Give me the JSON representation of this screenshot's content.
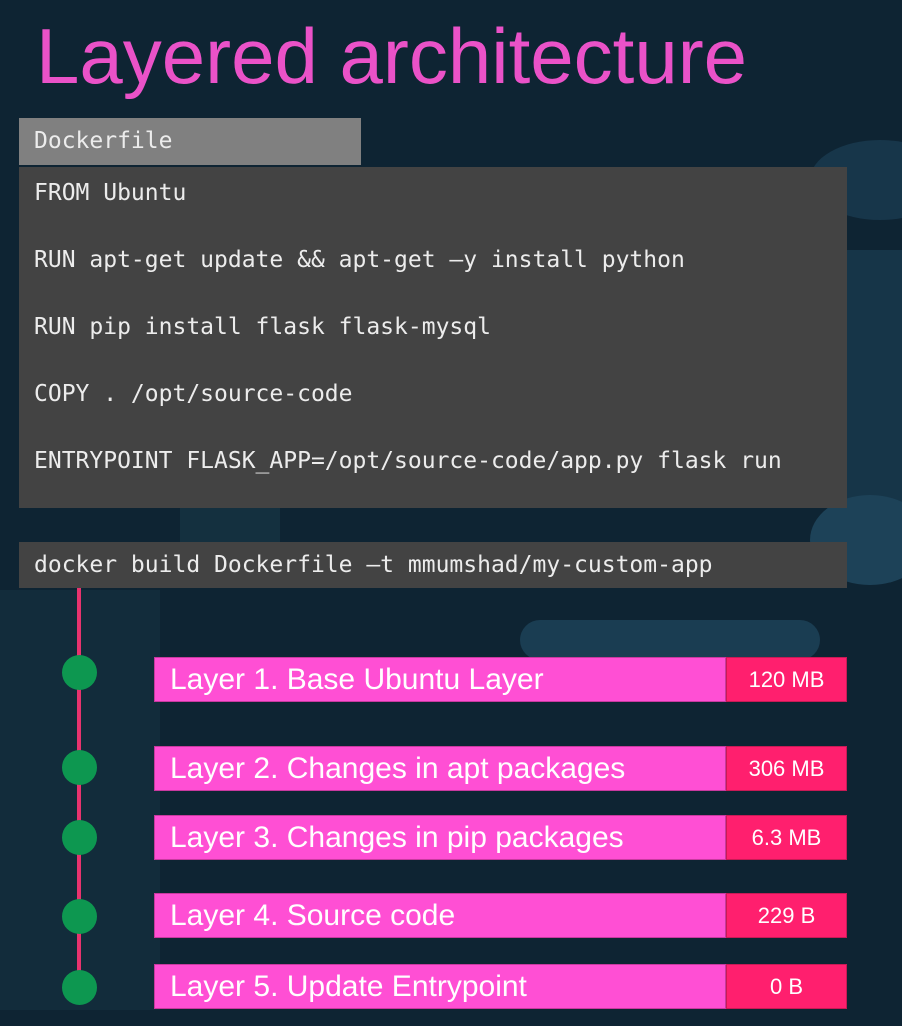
{
  "title": "Layered architecture",
  "dockerfile": {
    "tab_label": "Dockerfile",
    "lines": [
      "FROM Ubuntu",
      "RUN apt-get update && apt-get –y install python",
      "RUN pip install flask flask-mysql",
      "COPY . /opt/source-code",
      "ENTRYPOINT FLASK_APP=/opt/source-code/app.py flask run"
    ]
  },
  "command": "docker build Dockerfile –t mmumshad/my-custom-app",
  "layers": [
    {
      "name": "Layer 1. Base Ubuntu Layer",
      "size": "120 MB"
    },
    {
      "name": "Layer 2. Changes in apt packages",
      "size": "306 MB"
    },
    {
      "name": "Layer 3. Changes in pip packages",
      "size": "6.3 MB"
    },
    {
      "name": "Layer 4. Source code",
      "size": "229 B"
    },
    {
      "name": "Layer 5. Update Entrypoint",
      "size": "0 B"
    }
  ],
  "colors": {
    "title": "#ea52c8",
    "layer_name_bg": "#ff4fd4",
    "layer_size_bg": "#ff1f6e",
    "timeline": "#e8336e",
    "dot": "#0d9750",
    "code_bg": "#434343"
  }
}
